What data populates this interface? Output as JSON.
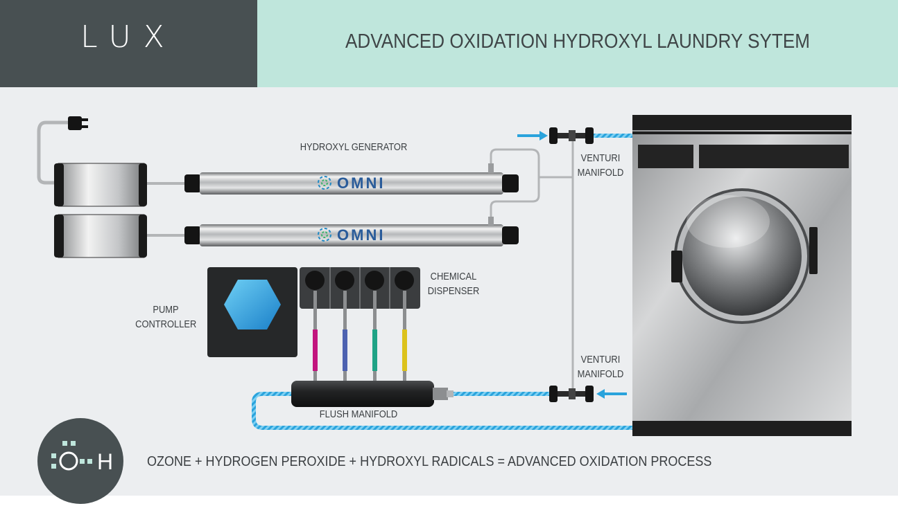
{
  "header": {
    "brand": "LUX",
    "title": "ADVANCED OXIDATION HYDROXYL LAUNDRY SYTEM"
  },
  "labels": {
    "hydroxyl_generator": "HYDROXYL GENERATOR",
    "venturi_top_1": "VENTURI",
    "venturi_top_2": "MANIFOLD",
    "venturi_bottom_1": "VENTURI",
    "venturi_bottom_2": "MANIFOLD",
    "chemical_1": "CHEMICAL",
    "chemical_2": "DISPENSER",
    "pump_1": "PUMP",
    "pump_2": "CONTROLLER",
    "flush_manifold": "FLUSH MANIFOLD",
    "omni_top": "OMNI",
    "omni_bottom": "OMNI"
  },
  "badge": {
    "text": ":Ö-H"
  },
  "footer": {
    "equation": "OZONE + HYDROGEN PEROXIDE + HYDROXYL RADICALS = ADVANCED OXIDATION PROCESS"
  },
  "colors": {
    "header_dark": "#485052",
    "header_mint": "#bfe6dc",
    "background": "#eceef0",
    "water_blue": "#2aa3dc",
    "tube_magenta": "#c2157e",
    "tube_blue": "#4d62b0",
    "tube_teal": "#1fa386",
    "tube_yellow": "#dcc21c",
    "hexagon": "#2b9fe0"
  },
  "icons": [
    "power-plug-icon",
    "omni-logo-icon",
    "water-flow-arrow-icon",
    "hydroxyl-badge-icon"
  ]
}
